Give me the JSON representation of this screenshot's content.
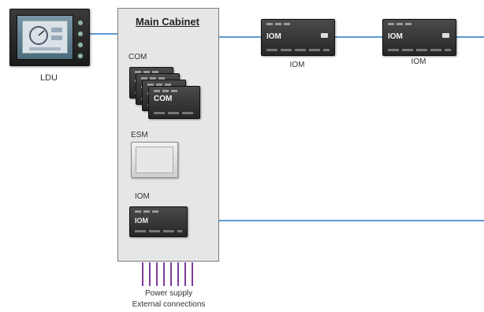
{
  "ldu": {
    "label": "LDU"
  },
  "cabinet": {
    "title": "Main Cabinet",
    "com_section": "COM",
    "com_module_tag": "COM",
    "esm_section": "ESM",
    "iom_section": "IOM",
    "iom_module_tag": "IOM"
  },
  "remote_modules": [
    {
      "tag": "IOM",
      "label": "IOM"
    },
    {
      "tag": "IOM",
      "label": "IOM"
    }
  ],
  "footer": {
    "line1": "Power supply",
    "line2": "External connections"
  },
  "colors": {
    "connection": "#5b9bd5",
    "external_wires": "#7b3b9a"
  }
}
